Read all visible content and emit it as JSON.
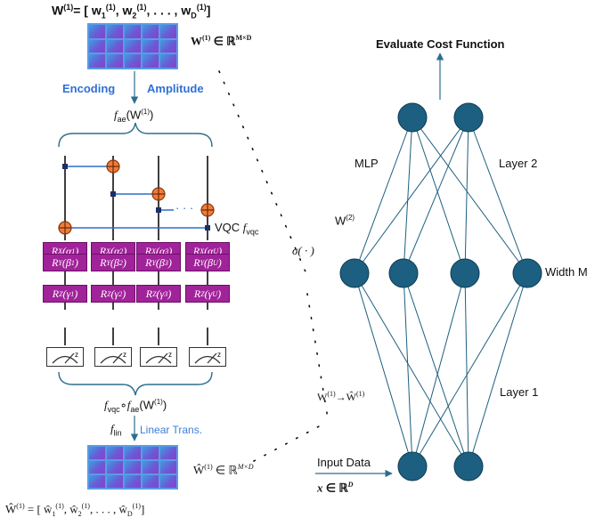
{
  "top_formula": {
    "lhs": "W",
    "sup": "(1)",
    "eq": "= [",
    "items": [
      {
        "base": "w",
        "sub": "1",
        "sup": "(1)"
      },
      {
        "base": "w",
        "sub": "2",
        "sup": "(1)"
      },
      {
        "base": "w",
        "sub": "D",
        "sup": "(1)"
      }
    ],
    "sep": ", ",
    "dots": ", . . . , ",
    "close": "]"
  },
  "w1_space": {
    "base": "W",
    "sup": "(1)",
    "rel": "∈ ℝ",
    "dims": "M×D"
  },
  "encoding_label": "Encoding",
  "amplitude_label": "Amplitude",
  "fae_label": {
    "f": "f",
    "sub": "ae",
    "arg": "(W",
    "sup": "(1)",
    "close": ")"
  },
  "vqc_label": {
    "text": "VQC ",
    "f": "f",
    "sub": "vqc"
  },
  "gates": {
    "rx": [
      "R_X(α_1)",
      "R_X(α_2)",
      "R_X(α_3)",
      "R_X(α_U)"
    ],
    "ry": [
      "R_Y(β_1)",
      "R_Y(β_2)",
      "R_Y(β_3)",
      "R_Y(β_U)"
    ],
    "rz": [
      "R_Z(γ_1)",
      "R_Z(γ_2)",
      "R_Z(γ_3)",
      "R_Z(γ_U)"
    ]
  },
  "circuit_dots": "· · ·",
  "composite_label": {
    "f1": "f",
    "sub1": "vqc",
    "o": "∘",
    "f2": "f",
    "sub2": "ae",
    "arg": "(W",
    "sup": "(1)",
    "close": ")"
  },
  "flin_label": {
    "f": "f",
    "sub": "lin"
  },
  "linear_trans_label": "Linear Trans.",
  "what_space": {
    "base": "Ŵ",
    "sup": "(1)",
    "rel": "∈ ℝ",
    "dims": "M×D"
  },
  "bottom_formula": {
    "lhs": "Ŵ",
    "sup": "(1)",
    "eq": " = [",
    "items": [
      {
        "base": "ŵ",
        "sub": "1",
        "sup": "(1)"
      },
      {
        "base": "ŵ",
        "sub": "2",
        "sup": "(1)"
      },
      {
        "base": "ŵ",
        "sub": "D",
        "sup": "(1)"
      }
    ],
    "close": "]"
  },
  "evaluate_label": "Evaluate Cost Function",
  "mlp_label": "MLP",
  "layer2_label": "Layer 2",
  "w2_label": {
    "base": "W",
    "sup": "(2)"
  },
  "sigma_label": "σ( · )",
  "width_label": "Width M",
  "layer1_label": "Layer 1",
  "replace_label": {
    "a": "W",
    "asup": "(1)",
    "arrow": "→",
    "b": "Ŵ",
    "bsup": "(1)"
  },
  "input_label": "Input Data",
  "x_space": {
    "base": "x",
    "rel": "∈ ℝ",
    "dims": "D"
  },
  "node_color": "#1d5f80",
  "gate_color": "#a1239a",
  "arrow_color": "#2d6e8e"
}
